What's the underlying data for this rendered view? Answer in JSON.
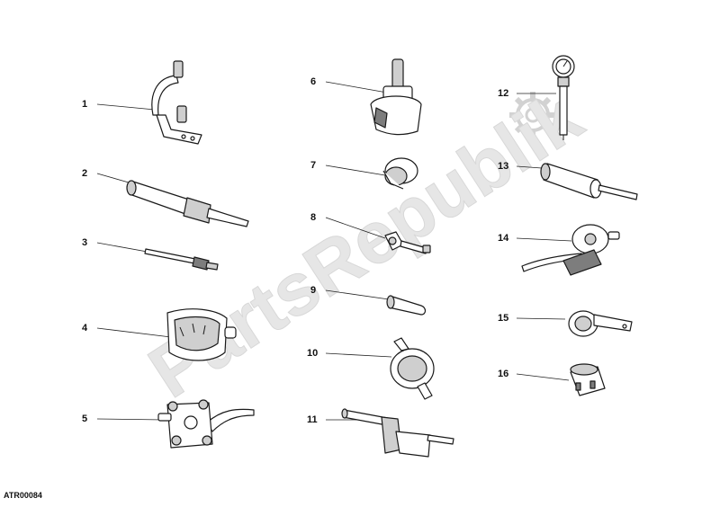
{
  "diagram": {
    "reference_code": "ATR00084",
    "watermark_text": "PartsRepublik",
    "callouts": [
      "1",
      "2",
      "3",
      "4",
      "5",
      "6",
      "7",
      "8",
      "9",
      "10",
      "11",
      "12",
      "13",
      "14",
      "15",
      "16"
    ]
  }
}
